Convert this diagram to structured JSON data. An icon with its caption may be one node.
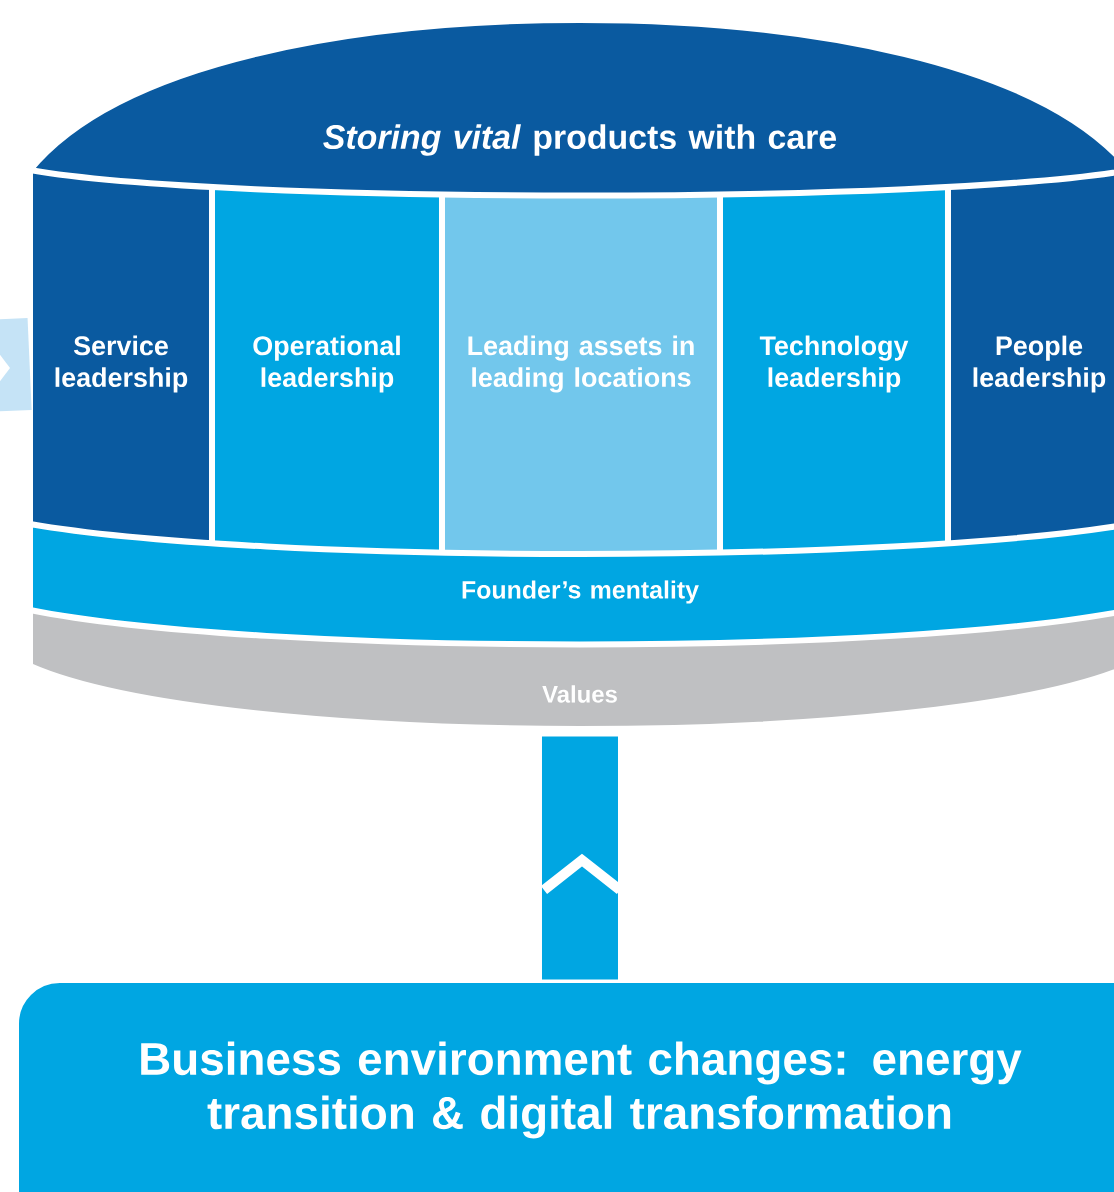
{
  "diagram": {
    "nodes": [
      {
        "text": [
          "*Storing vital* products with care"
        ]
      },
      {
        "text": [
          "Service leadership"
        ]
      },
      {
        "text": [
          "Operational leadership"
        ]
      },
      {
        "text": [
          "Leading assets in leading locations"
        ]
      },
      {
        "text": [
          "Technology leadership"
        ]
      },
      {
        "text": [
          "People leadership"
        ]
      },
      {
        "text": [
          "Founder’s mentality"
        ]
      },
      {
        "text": [
          "Values"
        ]
      },
      {
        "text": [
          "Business environment changes: energy transition & digital transformation"
        ]
      }
    ],
    "edges": [
      {
        "from": 8,
        "to": 7,
        "arrow": "to"
      },
      {
        "from": null,
        "to": 1,
        "arrow": "to",
        "color": "#c5e3f6"
      }
    ]
  }
}
